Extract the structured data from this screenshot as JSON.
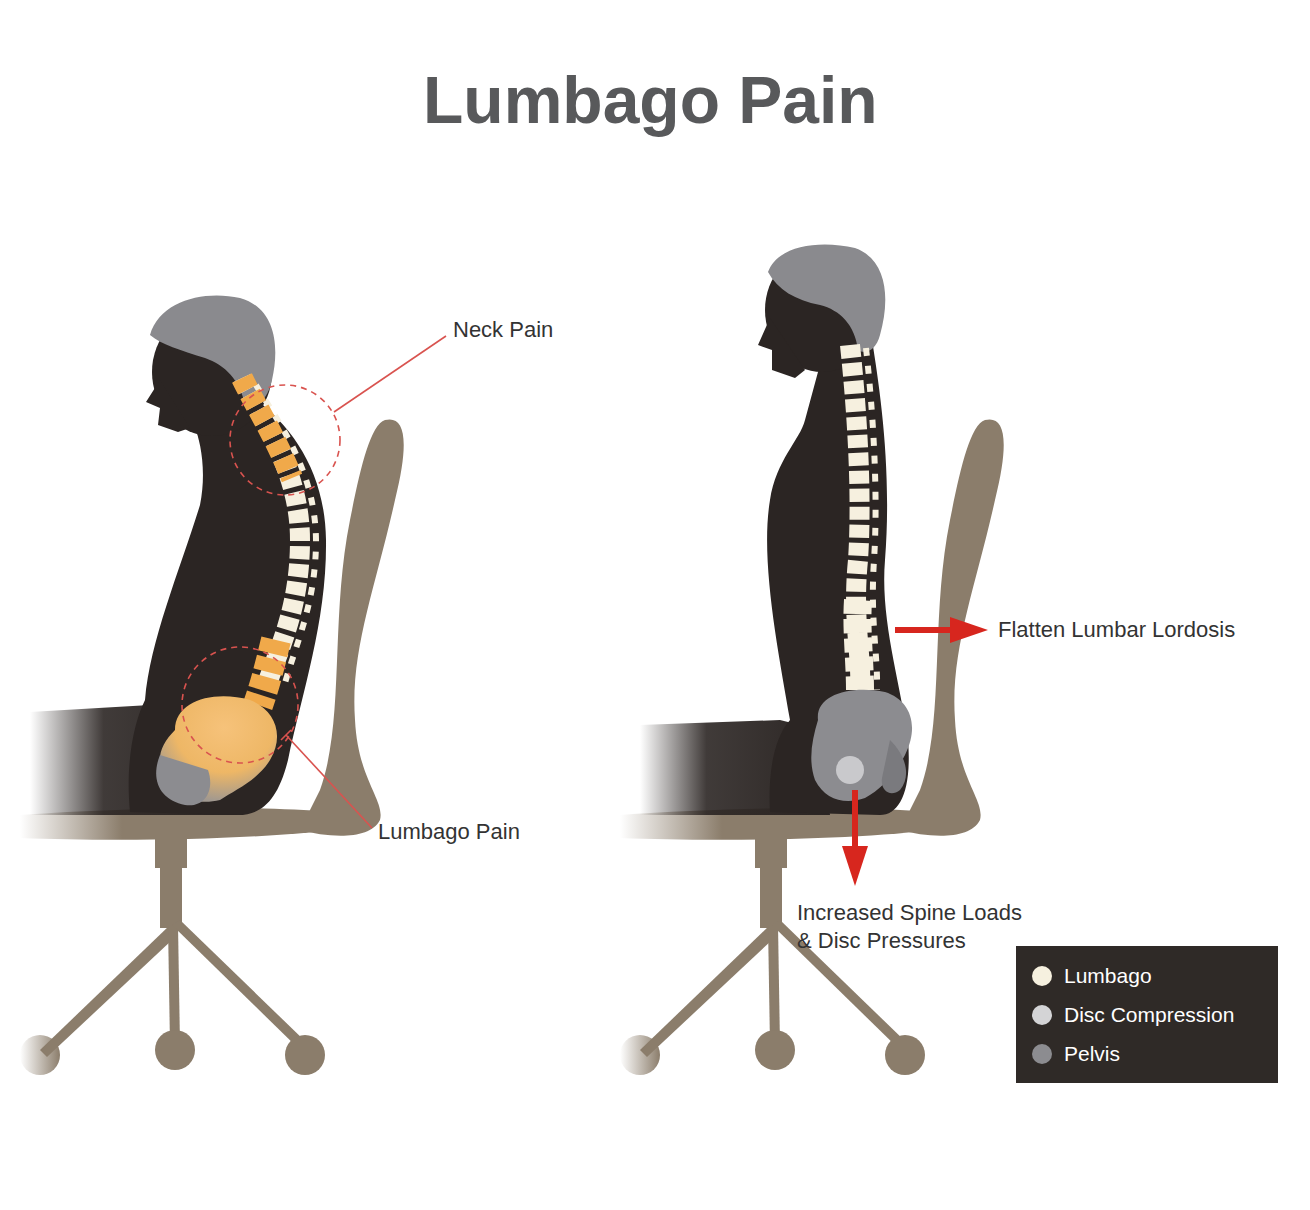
{
  "diagram": {
    "title": "Lumbago Pain",
    "labels": [
      "Neck Pain",
      "Lumbago Pain",
      "Flatten Lumbar Lordosis",
      "Increased Spine Loads & Disc Pressures"
    ],
    "legend": [
      {
        "text": "Lumbago",
        "color": "#f6f0df"
      },
      {
        "text": "Disc Compression",
        "color": "#d4d4d6"
      },
      {
        "text": "Pelvis",
        "color": "#8c8c90"
      }
    ]
  }
}
